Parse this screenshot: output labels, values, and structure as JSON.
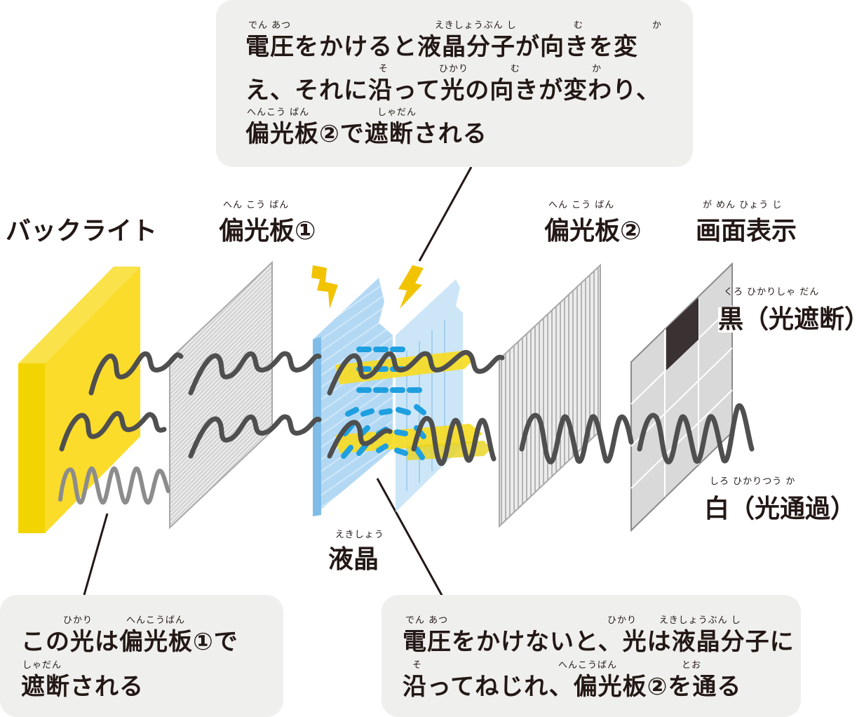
{
  "callouts": {
    "top": {
      "lines": [
        "電圧をかけると液晶分子が向きを変",
        "え、それに沿って光の向きが変わり、",
        "偏光板②で遮断される"
      ],
      "ruby": [
        "でん あつ",
        "えきしょうぶん し",
        "む",
        "か",
        "そ",
        "ひかり",
        "む",
        "か",
        "へんこう ばん",
        "しゃだん"
      ]
    },
    "bottom_left": {
      "lines": [
        "この光は偏光板①で",
        "遮断される"
      ],
      "ruby": [
        "ひかり",
        "へんこうばん",
        "しゃだん"
      ]
    },
    "bottom_right": {
      "lines": [
        "電圧をかけないと、光は液晶分子に",
        "沿ってねじれ、偏光板②を通る"
      ],
      "ruby": [
        "でん あつ",
        "ひかり",
        "えきしょうぶん し",
        "そ",
        "へんこうばん",
        "とお"
      ]
    }
  },
  "labels": {
    "backlight": "バックライト",
    "polarizer1": "偏光板①",
    "polarizer1_ruby": "へん こう ばん",
    "polarizer2": "偏光板②",
    "polarizer2_ruby": "へん こう ばん",
    "screen": "画面表示",
    "screen_ruby": "が めん ひょう じ",
    "black": "黒（光遮断）",
    "black_ruby": "くろ  ひかりしゃ だん",
    "white": "白（光通過）",
    "white_ruby": "しろ  ひかりつう か",
    "liquid_crystal": "液晶",
    "liquid_crystal_ruby": "えきしょう"
  },
  "colors": {
    "backlight": "#f7dc1e",
    "callout_bg": "#efefed",
    "wave": "#5a5a5a",
    "liquid_crystal": "#a9d4f2",
    "molecule": "#1e9fe0",
    "lightning": "#f2c300"
  }
}
